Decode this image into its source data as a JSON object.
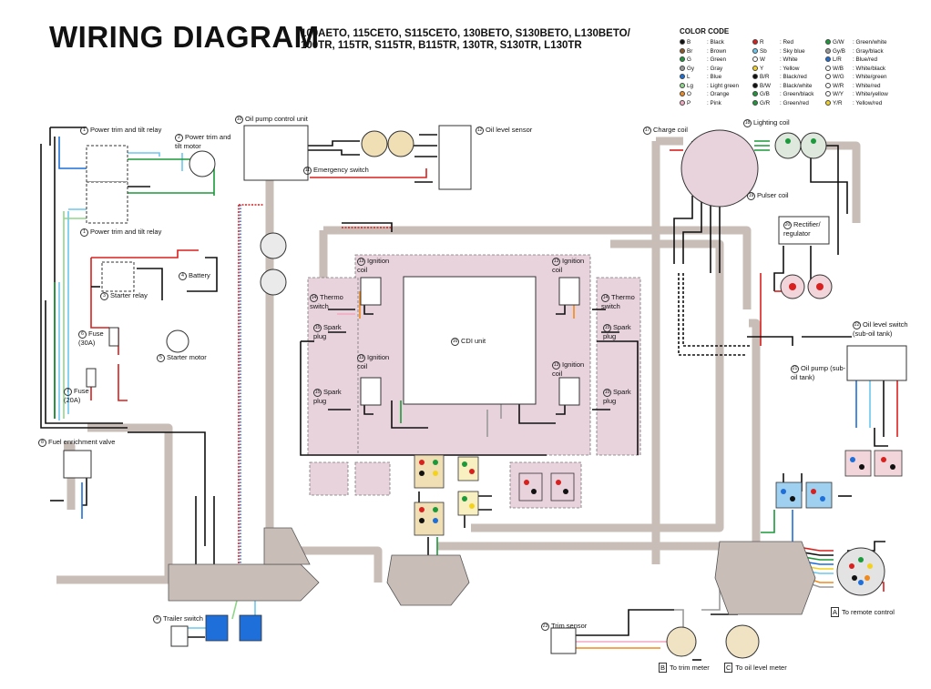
{
  "header": {
    "title": "WIRING DIAGRAM",
    "models_line1": "100AETO, 115CETO, S115CETO, 130BETO, S130BETO, L130BETO/",
    "models_line2": "100TR, 115TR, S115TR, B115TR, 130TR, S130TR, L130TR"
  },
  "color_code": {
    "title": "COLOR CODE",
    "items": [
      {
        "code": "B",
        "name": "Black",
        "color": "#111111"
      },
      {
        "code": "Br",
        "name": "Brown",
        "color": "#8b5a2b"
      },
      {
        "code": "G",
        "name": "Green",
        "color": "#1a9a3a"
      },
      {
        "code": "Gy",
        "name": "Gray",
        "color": "#9a9a9a"
      },
      {
        "code": "L",
        "name": "Blue",
        "color": "#1e6fd9"
      },
      {
        "code": "Lg",
        "name": "Light green",
        "color": "#8fd68a"
      },
      {
        "code": "O",
        "name": "Orange",
        "color": "#f08a1c"
      },
      {
        "code": "P",
        "name": "Pink",
        "color": "#f4a9c0"
      },
      {
        "code": "R",
        "name": "Red",
        "color": "#d8201e"
      },
      {
        "code": "Sb",
        "name": "Sky blue",
        "color": "#6cc7ee"
      },
      {
        "code": "W",
        "name": "White",
        "color": "#ffffff"
      },
      {
        "code": "Y",
        "name": "Yellow",
        "color": "#f4d21c"
      },
      {
        "code": "B/R",
        "name": "Black/red",
        "color": "#111111"
      },
      {
        "code": "B/W",
        "name": "Black/white",
        "color": "#111111"
      },
      {
        "code": "G/B",
        "name": "Green/black",
        "color": "#1a9a3a"
      },
      {
        "code": "G/R",
        "name": "Green/red",
        "color": "#1a9a3a"
      },
      {
        "code": "G/W",
        "name": "Green/white",
        "color": "#1a9a3a"
      },
      {
        "code": "Gy/B",
        "name": "Gray/black",
        "color": "#9a9a9a"
      },
      {
        "code": "L/R",
        "name": "Blue/red",
        "color": "#1e6fd9"
      },
      {
        "code": "W/B",
        "name": "White/black",
        "color": "#ffffff"
      },
      {
        "code": "W/G",
        "name": "White/green",
        "color": "#ffffff"
      },
      {
        "code": "W/R",
        "name": "White/red",
        "color": "#ffffff"
      },
      {
        "code": "W/Y",
        "name": "White/yellow",
        "color": "#ffffff"
      },
      {
        "code": "Y/R",
        "name": "Yellow/red",
        "color": "#f4d21c"
      }
    ]
  },
  "components": {
    "power_trim_relay_1": "Power trim and tilt relay",
    "power_trim_motor": "Power trim and tilt motor",
    "power_trim_relay_2": "Power trim and tilt relay",
    "battery": "Battery",
    "starter_relay": "Starter relay",
    "fuse_30a": "Fuse (30A)",
    "starter_motor": "Starter motor",
    "fuse_20a": "Fuse (20A)",
    "fuel_enrichment_valve": "Fuel enrichment valve",
    "trailer_switch": "Trailer switch",
    "oil_pump_control_unit": "Oil pump control unit",
    "emergency_switch": "Emergency switch",
    "oil_level_sensor": "Oil level sensor",
    "ignition_coil": "Ignition coil",
    "thermo_switch": "Thermo switch",
    "spark_plug": "Spark plug",
    "cdi_unit": "CDI unit",
    "charge_coil": "Charge coil",
    "lighting_coil": "Lighting coil",
    "pulser_coil": "Pulser coil",
    "rectifier_regulator": "Rectifier/ regulator",
    "oil_level_switch": "Oil level switch (sub-oil tank)",
    "oil_pump_sub": "Oil pump (sub-oil tank)",
    "trim_sensor": "Trim sensor",
    "to_remote_control": "To remote control",
    "to_trim_meter": "To trim meter",
    "to_oil_level_meter": "To oil level meter"
  },
  "callouts": {
    "a": "A",
    "b": "B",
    "c": "C"
  }
}
